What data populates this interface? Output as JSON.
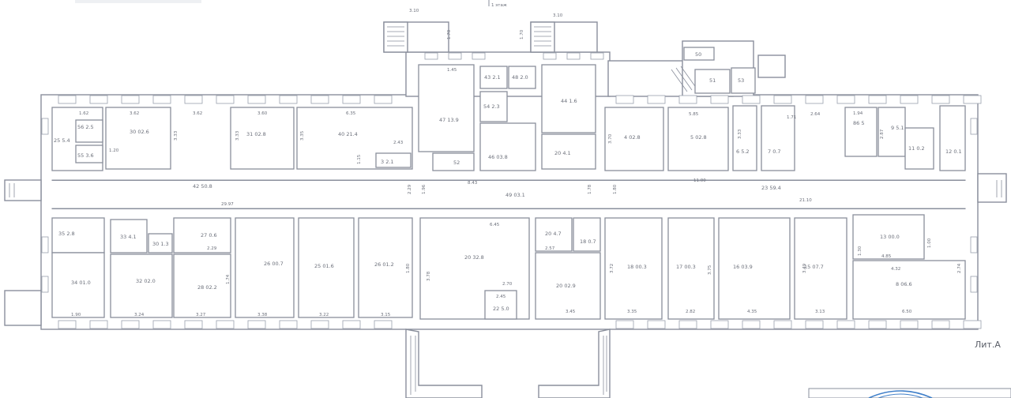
{
  "header": {
    "top_label": "3.10",
    "top_label2": "3.10",
    "top_scale": "1 этаж"
  },
  "plan_label": "Лит.А",
  "rooms": [
    {
      "id": "r1",
      "label": "25 5.4"
    },
    {
      "id": "r2",
      "label": "56 2.5"
    },
    {
      "id": "r3",
      "label": "55 3.6"
    },
    {
      "id": "r4",
      "label": "30 02.6"
    },
    {
      "id": "r5",
      "label": "31 02.8"
    },
    {
      "id": "r6",
      "label": "40 21.4"
    },
    {
      "id": "r7",
      "label": "3 2.1"
    },
    {
      "id": "r8",
      "label": "47 13.9"
    },
    {
      "id": "r9",
      "label": "43 2.1"
    },
    {
      "id": "r10",
      "label": "48 2.0"
    },
    {
      "id": "r11",
      "label": "54 2.3"
    },
    {
      "id": "r12",
      "label": "46 03.8"
    },
    {
      "id": "r13",
      "label": "52"
    },
    {
      "id": "r14",
      "label": "44 1.6"
    },
    {
      "id": "r15",
      "label": "20 4.1"
    },
    {
      "id": "r16",
      "label": "4 02.8"
    },
    {
      "id": "r17",
      "label": "5 02.8"
    },
    {
      "id": "r18",
      "label": "6 5.2"
    },
    {
      "id": "r19",
      "label": "7 0.7"
    },
    {
      "id": "r20",
      "label": "86 5"
    },
    {
      "id": "r21",
      "label": "9 5.1"
    },
    {
      "id": "r22",
      "label": "11 0.2"
    },
    {
      "id": "r23",
      "label": "12 0.1"
    },
    {
      "id": "r24",
      "label": "42 50.8"
    },
    {
      "id": "r25",
      "label": "49 03.1"
    },
    {
      "id": "r26",
      "label": "23 59.4"
    },
    {
      "id": "r27",
      "label": "35 2.8"
    },
    {
      "id": "r28",
      "label": "34 01.0"
    },
    {
      "id": "r29",
      "label": "33 4.1"
    },
    {
      "id": "r30",
      "label": "32 02.0"
    },
    {
      "id": "r31",
      "label": "30 1.3"
    },
    {
      "id": "r32",
      "label": "27 0.6"
    },
    {
      "id": "r33",
      "label": "28 02.2"
    },
    {
      "id": "r34",
      "label": "26 00.7"
    },
    {
      "id": "r35",
      "label": "25 01.6"
    },
    {
      "id": "r36",
      "label": "26 01.2"
    },
    {
      "id": "r37",
      "label": "20 32.8"
    },
    {
      "id": "r38",
      "label": "22 5.0"
    },
    {
      "id": "r39",
      "label": "20 4.7"
    },
    {
      "id": "r40",
      "label": "18 0.7"
    },
    {
      "id": "r41",
      "label": "20 02.9"
    },
    {
      "id": "r42",
      "label": "18 00.3"
    },
    {
      "id": "r43",
      "label": "17 00.3"
    },
    {
      "id": "r44",
      "label": "16 03.9"
    },
    {
      "id": "r45",
      "label": "15 07.7"
    },
    {
      "id": "r46",
      "label": "13 00.0"
    },
    {
      "id": "r47",
      "label": "8 06.6"
    },
    {
      "id": "r48",
      "label": "50"
    },
    {
      "id": "r49",
      "label": "51"
    },
    {
      "id": "r50",
      "label": "53"
    }
  ],
  "dimensions": [
    "1.70",
    "1.70",
    "3.62",
    "3.62",
    "3.60",
    "6.35",
    "1.62",
    "1.45",
    "3.33",
    "3.33",
    "3.35",
    "1.20",
    "2.43",
    "1.15",
    "2.29",
    "1.96",
    "8.43",
    "6.45",
    "1.78",
    "1.80",
    "29.97",
    "3.70",
    "5.85",
    "3.33",
    "1.71",
    "2.64",
    "1.94",
    "2.87",
    "11.00",
    "21.10",
    "1.90",
    "3.24",
    "3.27",
    "3.38",
    "3.22",
    "3.15",
    "1.80",
    "2.70",
    "3.45",
    "3.35",
    "2.82",
    "4.35",
    "3.13",
    "6.50",
    "2.57",
    "4.85",
    "4.32",
    "2.29",
    "1.74",
    "3.78",
    "3.72",
    "3.75",
    "3.49",
    "2.74",
    "1.00",
    "1.30",
    "2.45"
  ]
}
